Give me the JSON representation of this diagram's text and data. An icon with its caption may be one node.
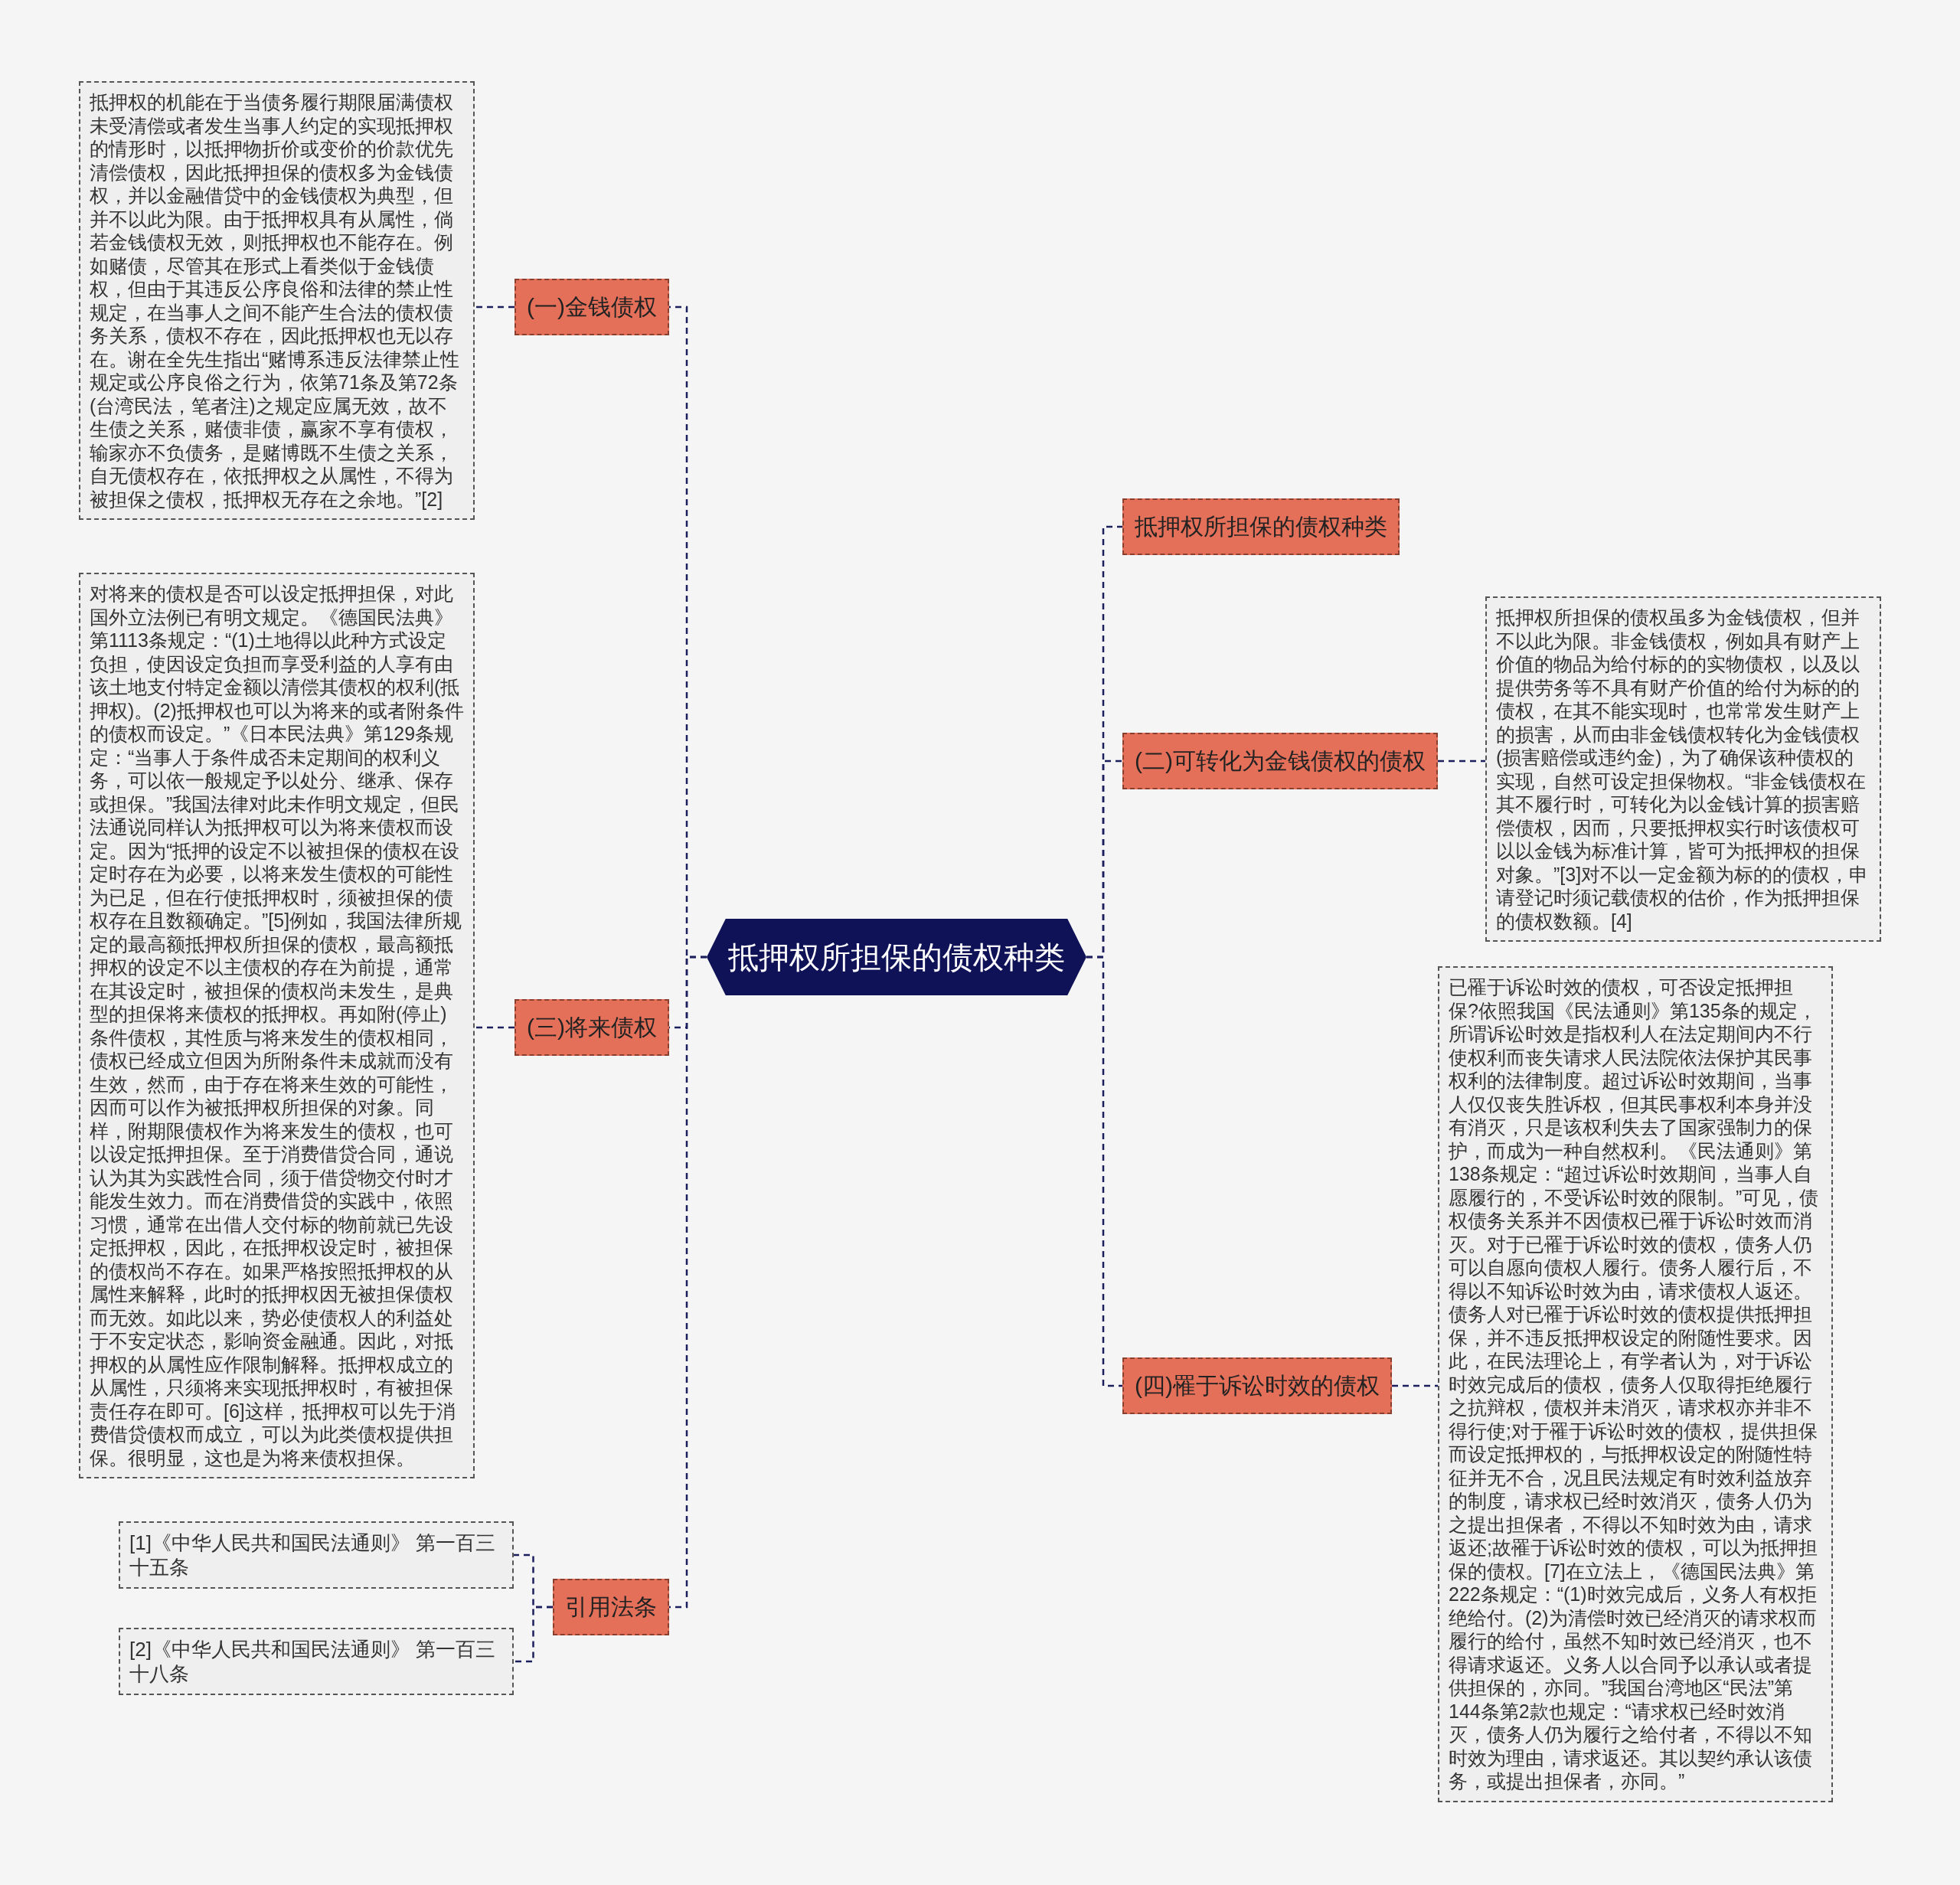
{
  "diagram": {
    "nodes": [
      {
        "text": [
          "抵押权所担保的债权种类"
        ]
      },
      {
        "text": [
          "(一)金钱债权"
        ]
      },
      {
        "text": [
          "抵押权的机能在于当债务履行期限届满债权未受清偿或者发生当事人约定的实现抵押权的情形时，以抵押物折价或变价的价款优先清偿债权，因此抵押担保的债权多为金钱债权，并以金融借贷中的金钱债权为典型，但并不以此为限。由于抵押权具有从属性，倘若金钱债权无效，则抵押权也不能存在。例如赌债，尽管其在形式上看类似于金钱债权，但由于其违反公序良俗和法律的禁止性规定，在当事人之间不能产生合法的债权债务关系，债权不存在，因此抵押权也无以存在。谢在全先生指出“赌博系违反法律禁止性规定或公序良俗之行为，依第71条及第72条(台湾民法，笔者注)之规定应属无效，故不生债之关系，赌债非债，赢家不享有债权，输家亦不负债务，是赌博既不生债之关系，自无债权存在，依抵押权之从属性，不得为被担保之债权，抵押权无存在之余地。”[2]"
        ]
      },
      {
        "text": [
          "(三)将来债权"
        ]
      },
      {
        "text": [
          "对将来的债权是否可以设定抵押担保，对此国外立法例已有明文规定。《德国民法典》第1113条规定：“(1)土地得以此种方式设定负担，使因设定负担而享受利益的人享有由该土地支付特定金额以清偿其债权的权利(抵押权)。(2)抵押权也可以为将来的或者附条件的债权而设定。”《日本民法典》第129条规定：“当事人于条件成否未定期间的权利义务，可以依一般规定予以处分、继承、保存或担保。”我国法律对此未作明文规定，但民法通说同样认为抵押权可以为将来债权而设定。因为“抵押的设定不以被担保的债权在设定时存在为必要，以将来发生债权的可能性为已足，但在行使抵押权时，须被担保的债权存在且数额确定。”[5]例如，我国法律所规定的最高额抵押权所担保的债权，最高额抵押权的设定不以主债权的存在为前提，通常在其设定时，被担保的债权尚未发生，是典型的担保将来债权的抵押权。再如附(停止)条件债权，其性质与将来发生的债权相同，债权已经成立但因为所附条件未成就而没有生效，然而，由于存在将来生效的可能性，因而可以作为被抵押权所担保的对象。同样，附期限债权作为将来发生的债权，也可以设定抵押担保。至于消费借贷合同，通说认为其为实践性合同，须于借贷物交付时才能发生效力。而在消费借贷的实践中，依照习惯，通常在出借人交付标的物前就已先设定抵押权，因此，在抵押权设定时，被担保的债权尚不存在。如果严格按照抵押权的从属性来解释，此时的抵押权因无被担保债权而无效。如此以来，势必使债权人的利益处于不安定状态，影响资金融通。因此，对抵押权的从属性应作限制解释。抵押权成立的从属性，只须将来实现抵押权时，有被担保责任存在即可。[6]这样，抵押权可以先于消费借贷债权而成立，可以为此类债权提供担保。很明显，这也是为将来债权担保。"
        ]
      },
      {
        "text": [
          "引用法条"
        ]
      },
      {
        "text": [
          "[1]《中华人民共和国民法通则》 第一百三十五条"
        ]
      },
      {
        "text": [
          "[2]《中华人民共和国民法通则》 第一百三十八条"
        ]
      },
      {
        "text": [
          "抵押权所担保的债权种类"
        ]
      },
      {
        "text": [
          "(二)可转化为金钱债权的债权"
        ]
      },
      {
        "text": [
          "抵押权所担保的债权虽多为金钱债权，但并不以此为限。非金钱债权，例如具有财产上价值的物品为给付标的的实物债权，以及以提供劳务等不具有财产价值的给付为标的的债权，在其不能实现时，也常常发生财产上的损害，从而由非金钱债权转化为金钱债权(损害赔偿或违约金)，为了确保该种债权的实现，自然可设定担保物权。“非金钱债权在其不履行时，可转化为以金钱计算的损害赔偿债权，因而，只要抵押权实行时该债权可以以金钱为标准计算，皆可为抵押权的担保对象。”[3]对不以一定金额为标的的债权，申请登记时须记载债权的估价，作为抵押担保的债权数额。[4]"
        ]
      },
      {
        "text": [
          "(四)罹于诉讼时效的债权"
        ]
      },
      {
        "text": [
          "已罹于诉讼时效的债权，可否设定抵押担保?依照我国《民法通则》第135条的规定，所谓诉讼时效是指权利人在法定期间内不行使权利而丧失请求人民法院依法保护其民事权利的法律制度。超过诉讼时效期间，当事人仅仅丧失胜诉权，但其民事权利本身并没有消灭，只是该权利失去了国家强制力的保护，而成为一种自然权利。《民法通则》第138条规定：“超过诉讼时效期间，当事人自愿履行的，不受诉讼时效的限制。”可见，债权债务关系并不因债权已罹于诉讼时效而消灭。对于已罹于诉讼时效的债权，债务人仍可以自愿向债权人履行。债务人履行后，不得以不知诉讼时效为由，请求债权人返还。债务人对已罹于诉讼时效的债权提供抵押担保，并不违反抵押权设定的附随性要求。因此，在民法理论上，有学者认为，对于诉讼时效完成后的债权，债务人仅取得拒绝履行之抗辩权，债权并未消灭，请求权亦并非不得行使;对于罹于诉讼时效的债权，提供担保而设定抵押权的，与抵押权设定的附随性特征并无不合，况且民法规定有时效利益放弃的制度，请求权已经时效消灭，债务人仍为之提出担保者，不得以不知时效为由，请求返还;故罹于诉讼时效的债权，可以为抵押担保的债权。[7]在立法上，《德国民法典》第222条规定：“(1)时效完成后，义务人有权拒绝给付。(2)为清偿时效已经消灭的请求权而履行的给付，虽然不知时效已经消灭，也不得请求返还。义务人以合同予以承认或者提供担保的，亦同。”我国台湾地区“民法”第144条第2款也规定：“请求权已经时效消灭，债务人仍为履行之给付者，不得以不知时效为理由，请求返还。其以契约承认该债务，或提出担保者，亦同。”"
        ]
      }
    ],
    "edges": [
      {
        "from": 0,
        "to": 1,
        "arrow": "none"
      },
      {
        "from": 1,
        "to": 2,
        "arrow": "none"
      },
      {
        "from": 0,
        "to": 3,
        "arrow": "none"
      },
      {
        "from": 3,
        "to": 4,
        "arrow": "none"
      },
      {
        "from": 0,
        "to": 5,
        "arrow": "none"
      },
      {
        "from": 5,
        "to": 6,
        "arrow": "none"
      },
      {
        "from": 5,
        "to": 7,
        "arrow": "none"
      },
      {
        "from": 0,
        "to": 8,
        "arrow": "none"
      },
      {
        "from": 0,
        "to": 9,
        "arrow": "none"
      },
      {
        "from": 9,
        "to": 10,
        "arrow": "none"
      },
      {
        "from": 0,
        "to": 11,
        "arrow": "none"
      },
      {
        "from": 11,
        "to": 12,
        "arrow": "none"
      }
    ]
  }
}
